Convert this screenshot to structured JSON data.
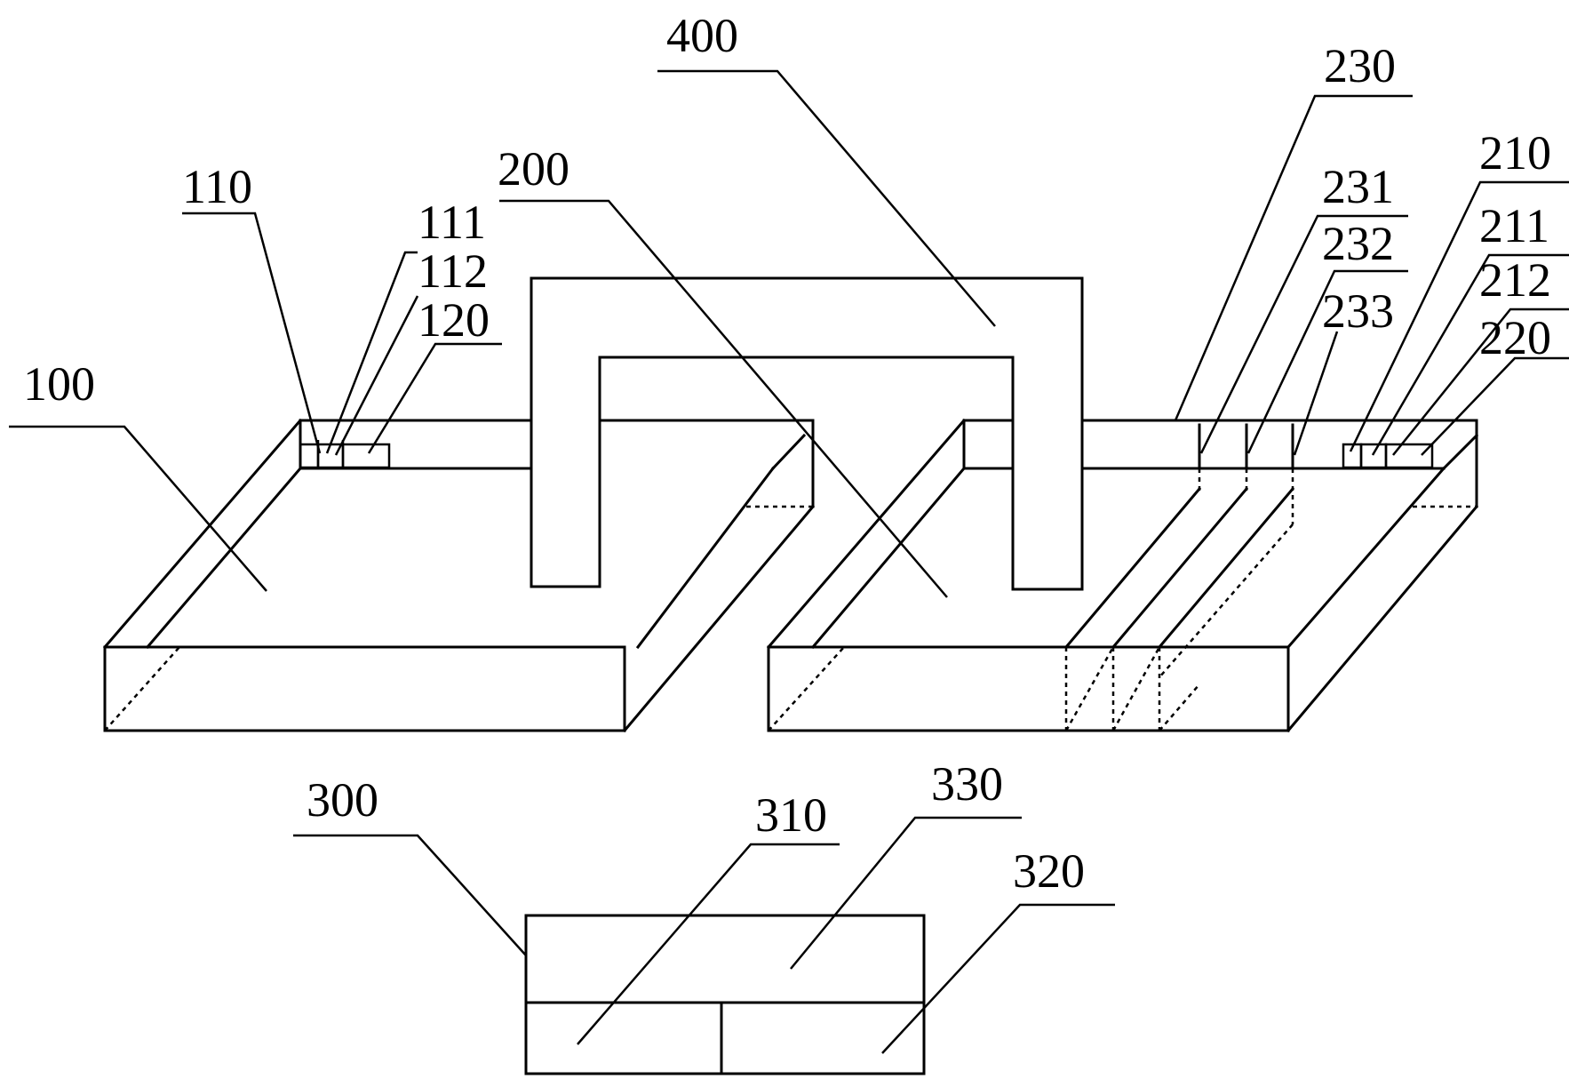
{
  "labels": {
    "l100": "100",
    "l110": "110",
    "l111": "111",
    "l112": "112",
    "l120": "120",
    "l200": "200",
    "l210": "210",
    "l211": "211",
    "l212": "212",
    "l220": "220",
    "l230": "230",
    "l231": "231",
    "l232": "232",
    "l233": "233",
    "l300": "300",
    "l310": "310",
    "l320": "320",
    "l330": "330",
    "l400": "400"
  }
}
